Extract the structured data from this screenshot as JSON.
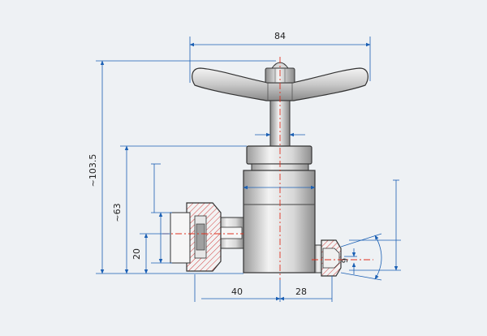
{
  "dimensions": {
    "top_width": "84",
    "total_height": "~103.5",
    "body_height": "~63",
    "port_height": "20",
    "left_offset": "40",
    "right_offset": "28",
    "port_bore": "9"
  },
  "colors": {
    "background": "#eef1f4",
    "line": "#333333",
    "dimension": "#1a5fb4",
    "centerline": "#e0301e",
    "metal_light": "#e8e8e8",
    "metal_dark": "#8a8a8a",
    "hatch": "#d23c3c"
  }
}
